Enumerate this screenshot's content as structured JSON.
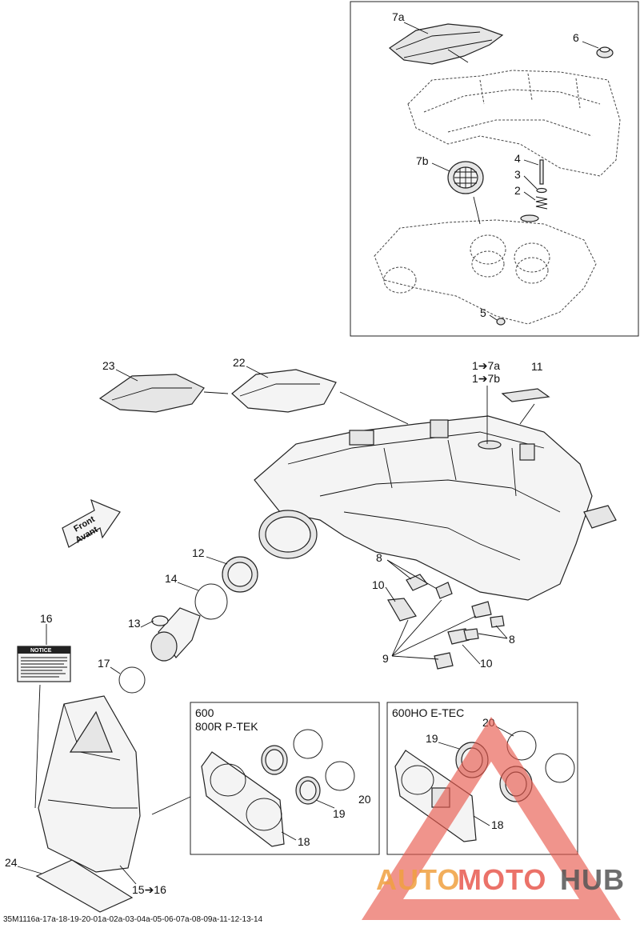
{
  "callouts": {
    "c7a": "7a",
    "c6": "6",
    "c7b": "7b",
    "c4": "4",
    "c3": "3",
    "c2": "2",
    "c5": "5",
    "c23": "23",
    "c22": "22",
    "c1_7a": "1➔7a",
    "c1_7b": "1➔7b",
    "c11": "11",
    "c12": "12",
    "c14": "14",
    "c13": "13",
    "c8a": "8",
    "c10a": "10",
    "c9": "9",
    "c8b": "8",
    "c10b": "10",
    "c16": "16",
    "c17": "17",
    "c24": "24",
    "c15_16": "15➔16",
    "box1_c20": "20",
    "box1_c19": "19",
    "box1_c18": "18",
    "box2_c19": "19",
    "box2_c20": "20",
    "box2_c18": "18"
  },
  "front_arrow": {
    "line1": "Front",
    "line2": "Avant"
  },
  "notice_label": {
    "title": "NOTICE"
  },
  "box_600": {
    "line1": "600",
    "line2": "800R P-TEK"
  },
  "box_600ho": {
    "line1": "600HO E-TEC"
  },
  "watermark": {
    "part1": "AUTO",
    "part2": "MOTO",
    "part3": "HUB",
    "color_orange": "#f0a040",
    "color_red": "#e85a4f",
    "color_gray": "#555555"
  },
  "footer": {
    "code": "35M1116a-17a-18-19-20-01a-02a-03-04a-05-06-07a-08-09a-11-12-13-14"
  }
}
